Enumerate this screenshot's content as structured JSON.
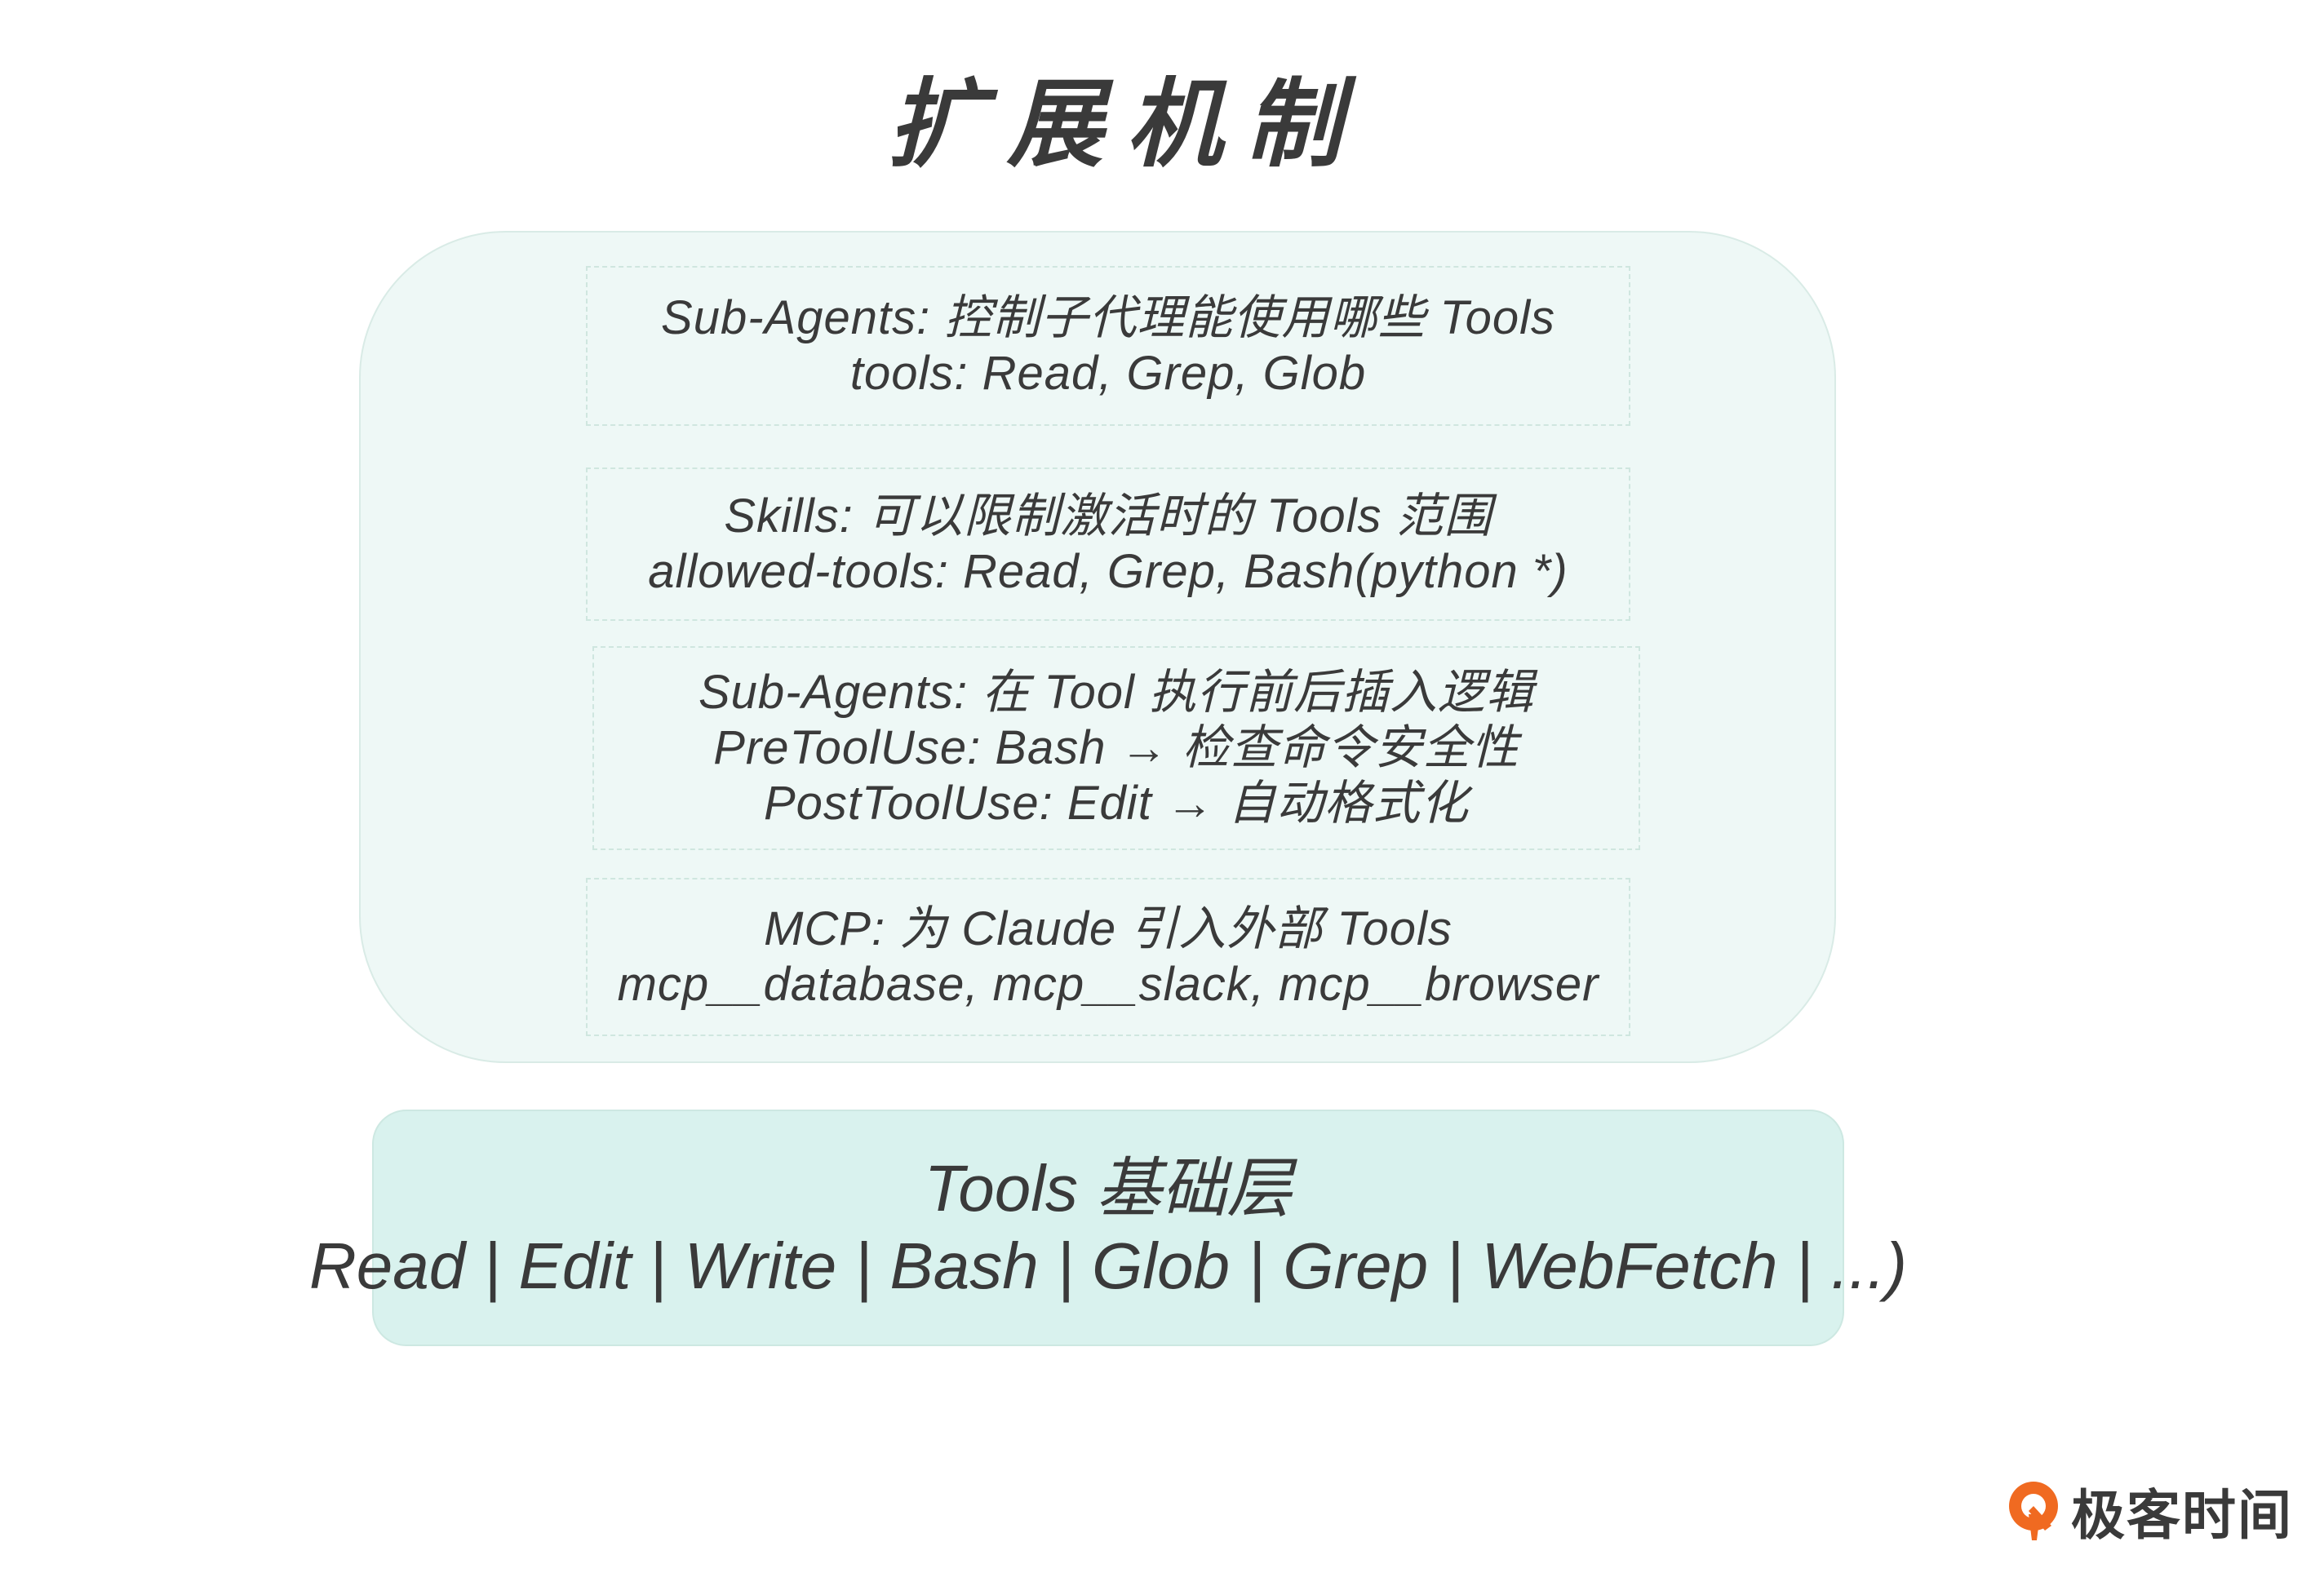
{
  "title": "扩展机制",
  "extensions": [
    {
      "lines": [
        "Sub-Agents: 控制子代理能使用哪些 Tools",
        "tools: Read, Grep, Glob"
      ]
    },
    {
      "lines": [
        "Skills: 可以限制激活时的 Tools 范围",
        "allowed-tools: Read, Grep, Bash(python *)"
      ]
    },
    {
      "lines": [
        "Sub-Agents: 在 Tool 执行前后插入逻辑",
        "PreToolUse: Bash → 检查命令安全性",
        "PostToolUse: Edit → 自动格式化"
      ]
    },
    {
      "lines": [
        "MCP: 为 Claude 引入外部 Tools",
        "mcp__database, mcp__slack, mcp__browser"
      ]
    }
  ],
  "base": {
    "title": "Tools 基础层",
    "tools": "Read | Edit | Write | Bash | Glob | Grep | WebFetch | ...)"
  },
  "logo": {
    "text": "极客时间",
    "icon": "geektime-logo-icon"
  },
  "colors": {
    "outer_panel": "#eef8f6",
    "base_panel": "#d9f2ee",
    "card_border": "#cfe6df",
    "text": "#3a3a3a",
    "logo_orange": "#f06a21"
  }
}
